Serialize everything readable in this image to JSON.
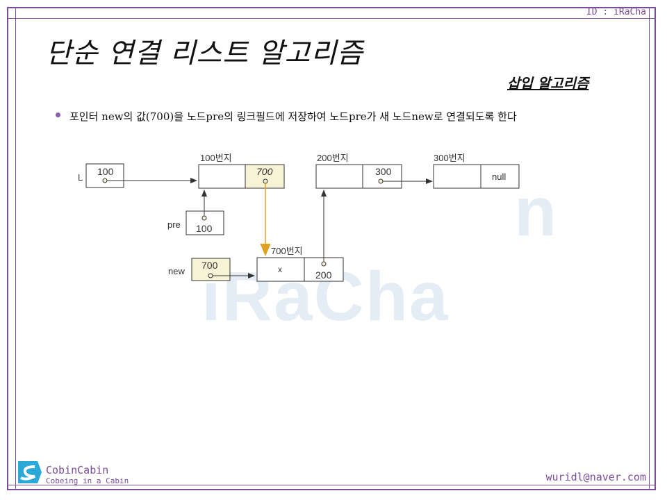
{
  "header": {
    "id_label": "ID : iRaCha"
  },
  "slide": {
    "title": "단순 연결 리스트 알고리즘",
    "subtitle": "삽입 알고리즘",
    "bullet": "포인터 new의 값(700)을 노드pre의 링크필드에 저장하여 노드pre가 새 노드new로 연결되도록 한다"
  },
  "watermark": {
    "text": "iRaCha",
    "fragment": "n"
  },
  "diagram": {
    "L": {
      "label": "L",
      "value": "100"
    },
    "node100": {
      "address": "100번지",
      "link": "700"
    },
    "node200": {
      "address": "200번지",
      "link": "300"
    },
    "node300": {
      "address": "300번지",
      "link": "null"
    },
    "pre": {
      "label": "pre",
      "value": "100"
    },
    "new": {
      "label": "new",
      "value": "700"
    },
    "node700": {
      "address": "700번지",
      "data": "x",
      "link": "200"
    }
  },
  "colors": {
    "accent": "#7a4d9a",
    "highlight_fill": "#f6f3d6",
    "new_arrow": "#e0a020"
  },
  "footer": {
    "brand": "CobinCabin",
    "brand_sub": "Cobeing in a Cabin",
    "email": "wuridl@naver.com"
  }
}
